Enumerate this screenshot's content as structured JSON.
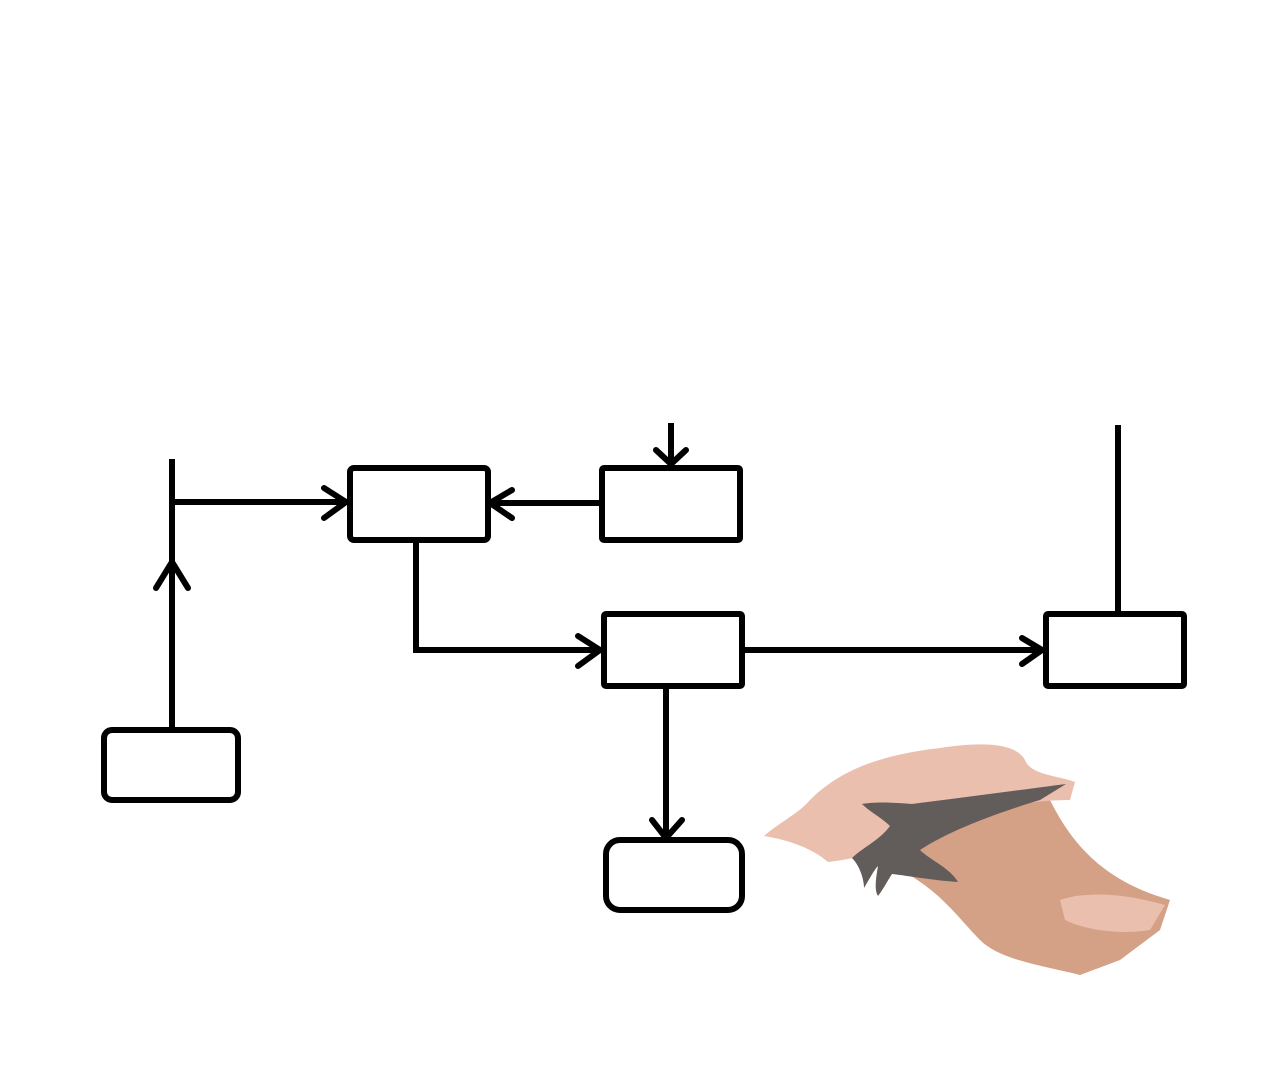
{
  "diagram": {
    "type": "flowchart",
    "boxes": [
      {
        "id": "box-hub"
      },
      {
        "id": "box-top-input"
      },
      {
        "id": "box-middle"
      },
      {
        "id": "box-right"
      },
      {
        "id": "box-bottom-left"
      },
      {
        "id": "box-bottom"
      }
    ],
    "connections": [
      {
        "from": "box-bottom-left",
        "to": "junction"
      },
      {
        "from": "junction",
        "to": "box-hub"
      },
      {
        "from": "box-top-input",
        "to": "box-hub"
      },
      {
        "from": "box-hub",
        "to": "box-middle"
      },
      {
        "from": "box-middle",
        "to": "box-right"
      },
      {
        "from": "box-middle",
        "to": "box-bottom"
      },
      {
        "from": "top-input-line",
        "to": "box-top-input"
      }
    ],
    "colors": {
      "line": "#000000",
      "box_fill": "#ffffff",
      "hand_skin": "#d4a086",
      "hand_skin_light": "#eabfae",
      "pen": "#625c5b"
    },
    "illustration": "hand-holding-pen"
  }
}
